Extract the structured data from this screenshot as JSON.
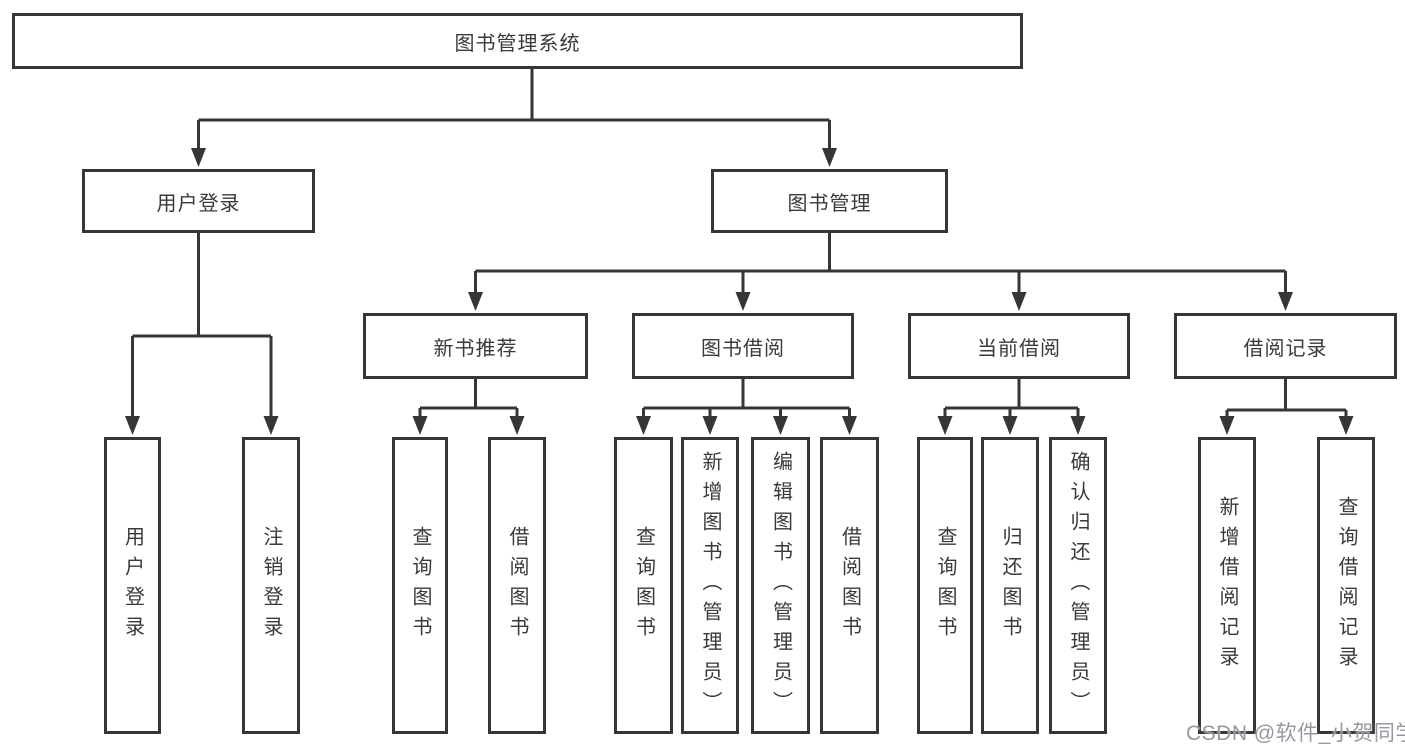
{
  "colors": {
    "line": "#363636",
    "box_border": "#363636",
    "text": "#3a3a3a",
    "watermark": "#9599a0",
    "background": "#ffffff"
  },
  "watermark": {
    "text": "CSDN @软件_小贺同学"
  },
  "diagram": {
    "type": "tree",
    "root": {
      "label": "图书管理系统",
      "children": [
        {
          "label": "用户登录",
          "children": [
            {
              "label": "用户登录"
            },
            {
              "label": "注销登录"
            }
          ]
        },
        {
          "label": "图书管理",
          "children": [
            {
              "label": "新书推荐",
              "children": [
                {
                  "label": "查询图书"
                },
                {
                  "label": "借阅图书"
                }
              ]
            },
            {
              "label": "图书借阅",
              "children": [
                {
                  "label": "查询图书"
                },
                {
                  "label": "新增图书（管理员）"
                },
                {
                  "label": "编辑图书（管理员）"
                },
                {
                  "label": "借阅图书"
                }
              ]
            },
            {
              "label": "当前借阅",
              "children": [
                {
                  "label": "查询图书"
                },
                {
                  "label": "归还图书"
                },
                {
                  "label": "确认归还（管理员）"
                }
              ]
            },
            {
              "label": "借阅记录",
              "children": [
                {
                  "label": "新增借阅记录"
                },
                {
                  "label": "查询借阅记录"
                }
              ]
            }
          ]
        }
      ]
    }
  }
}
